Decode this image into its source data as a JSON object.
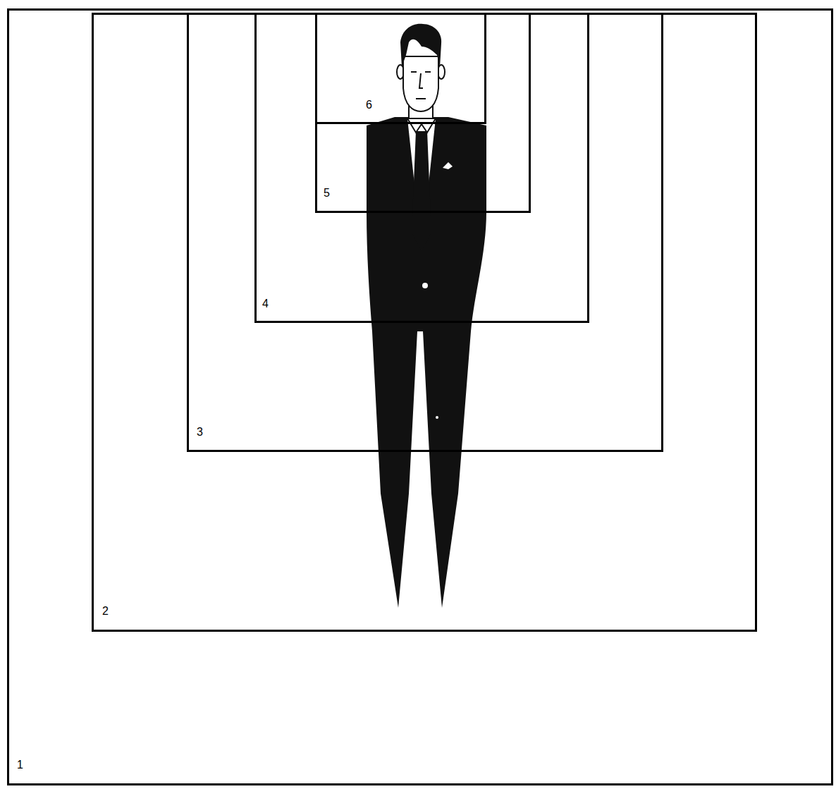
{
  "diagram": {
    "nodes": [
      {
        "text": [
          "1"
        ]
      },
      {
        "text": [
          "2"
        ],
        "in": 0
      },
      {
        "text": [
          "3"
        ],
        "in": 1
      },
      {
        "text": [
          "4"
        ],
        "in": 2
      },
      {
        "text": [
          "5"
        ],
        "in": 3
      },
      {
        "text": [
          "6"
        ],
        "in": 4
      }
    ]
  }
}
